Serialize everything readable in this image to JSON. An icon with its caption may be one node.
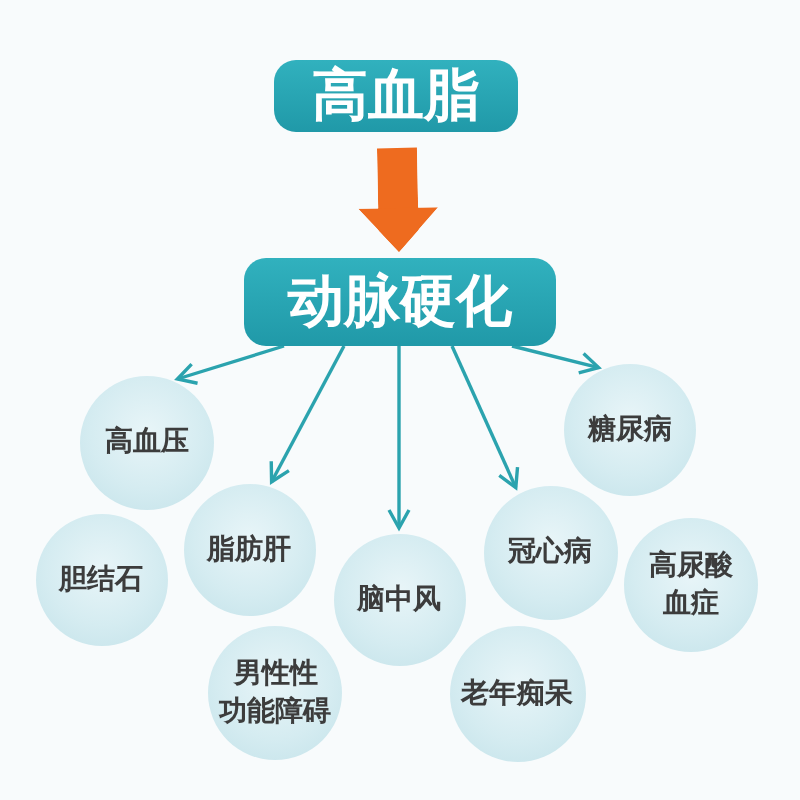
{
  "diagram": {
    "nodes": [
      {
        "text": [
          "高血脂"
        ]
      },
      {
        "text": [
          "动脉硬化"
        ]
      },
      {
        "text": [
          "高血压"
        ]
      },
      {
        "text": [
          "糖尿病"
        ]
      },
      {
        "text": [
          "胆结石"
        ]
      },
      {
        "text": [
          "脂肪肝"
        ]
      },
      {
        "text": [
          "脑中风"
        ]
      },
      {
        "text": [
          "冠心病"
        ]
      },
      {
        "text": [
          "高尿酸血症"
        ]
      },
      {
        "text": [
          "男性性功能障碍"
        ]
      },
      {
        "text": [
          "老年痴呆"
        ]
      }
    ],
    "edges": [
      {
        "from": 0,
        "to": 1,
        "arrow": "to",
        "style": "thick",
        "color": "#ee6b1f"
      },
      {
        "from": 1,
        "to": 2,
        "arrow": "to"
      },
      {
        "from": 1,
        "to": 5,
        "arrow": "to"
      },
      {
        "from": 1,
        "to": 6,
        "arrow": "to"
      },
      {
        "from": 1,
        "to": 7,
        "arrow": "to"
      },
      {
        "from": 1,
        "to": 3,
        "arrow": "to"
      }
    ]
  }
}
